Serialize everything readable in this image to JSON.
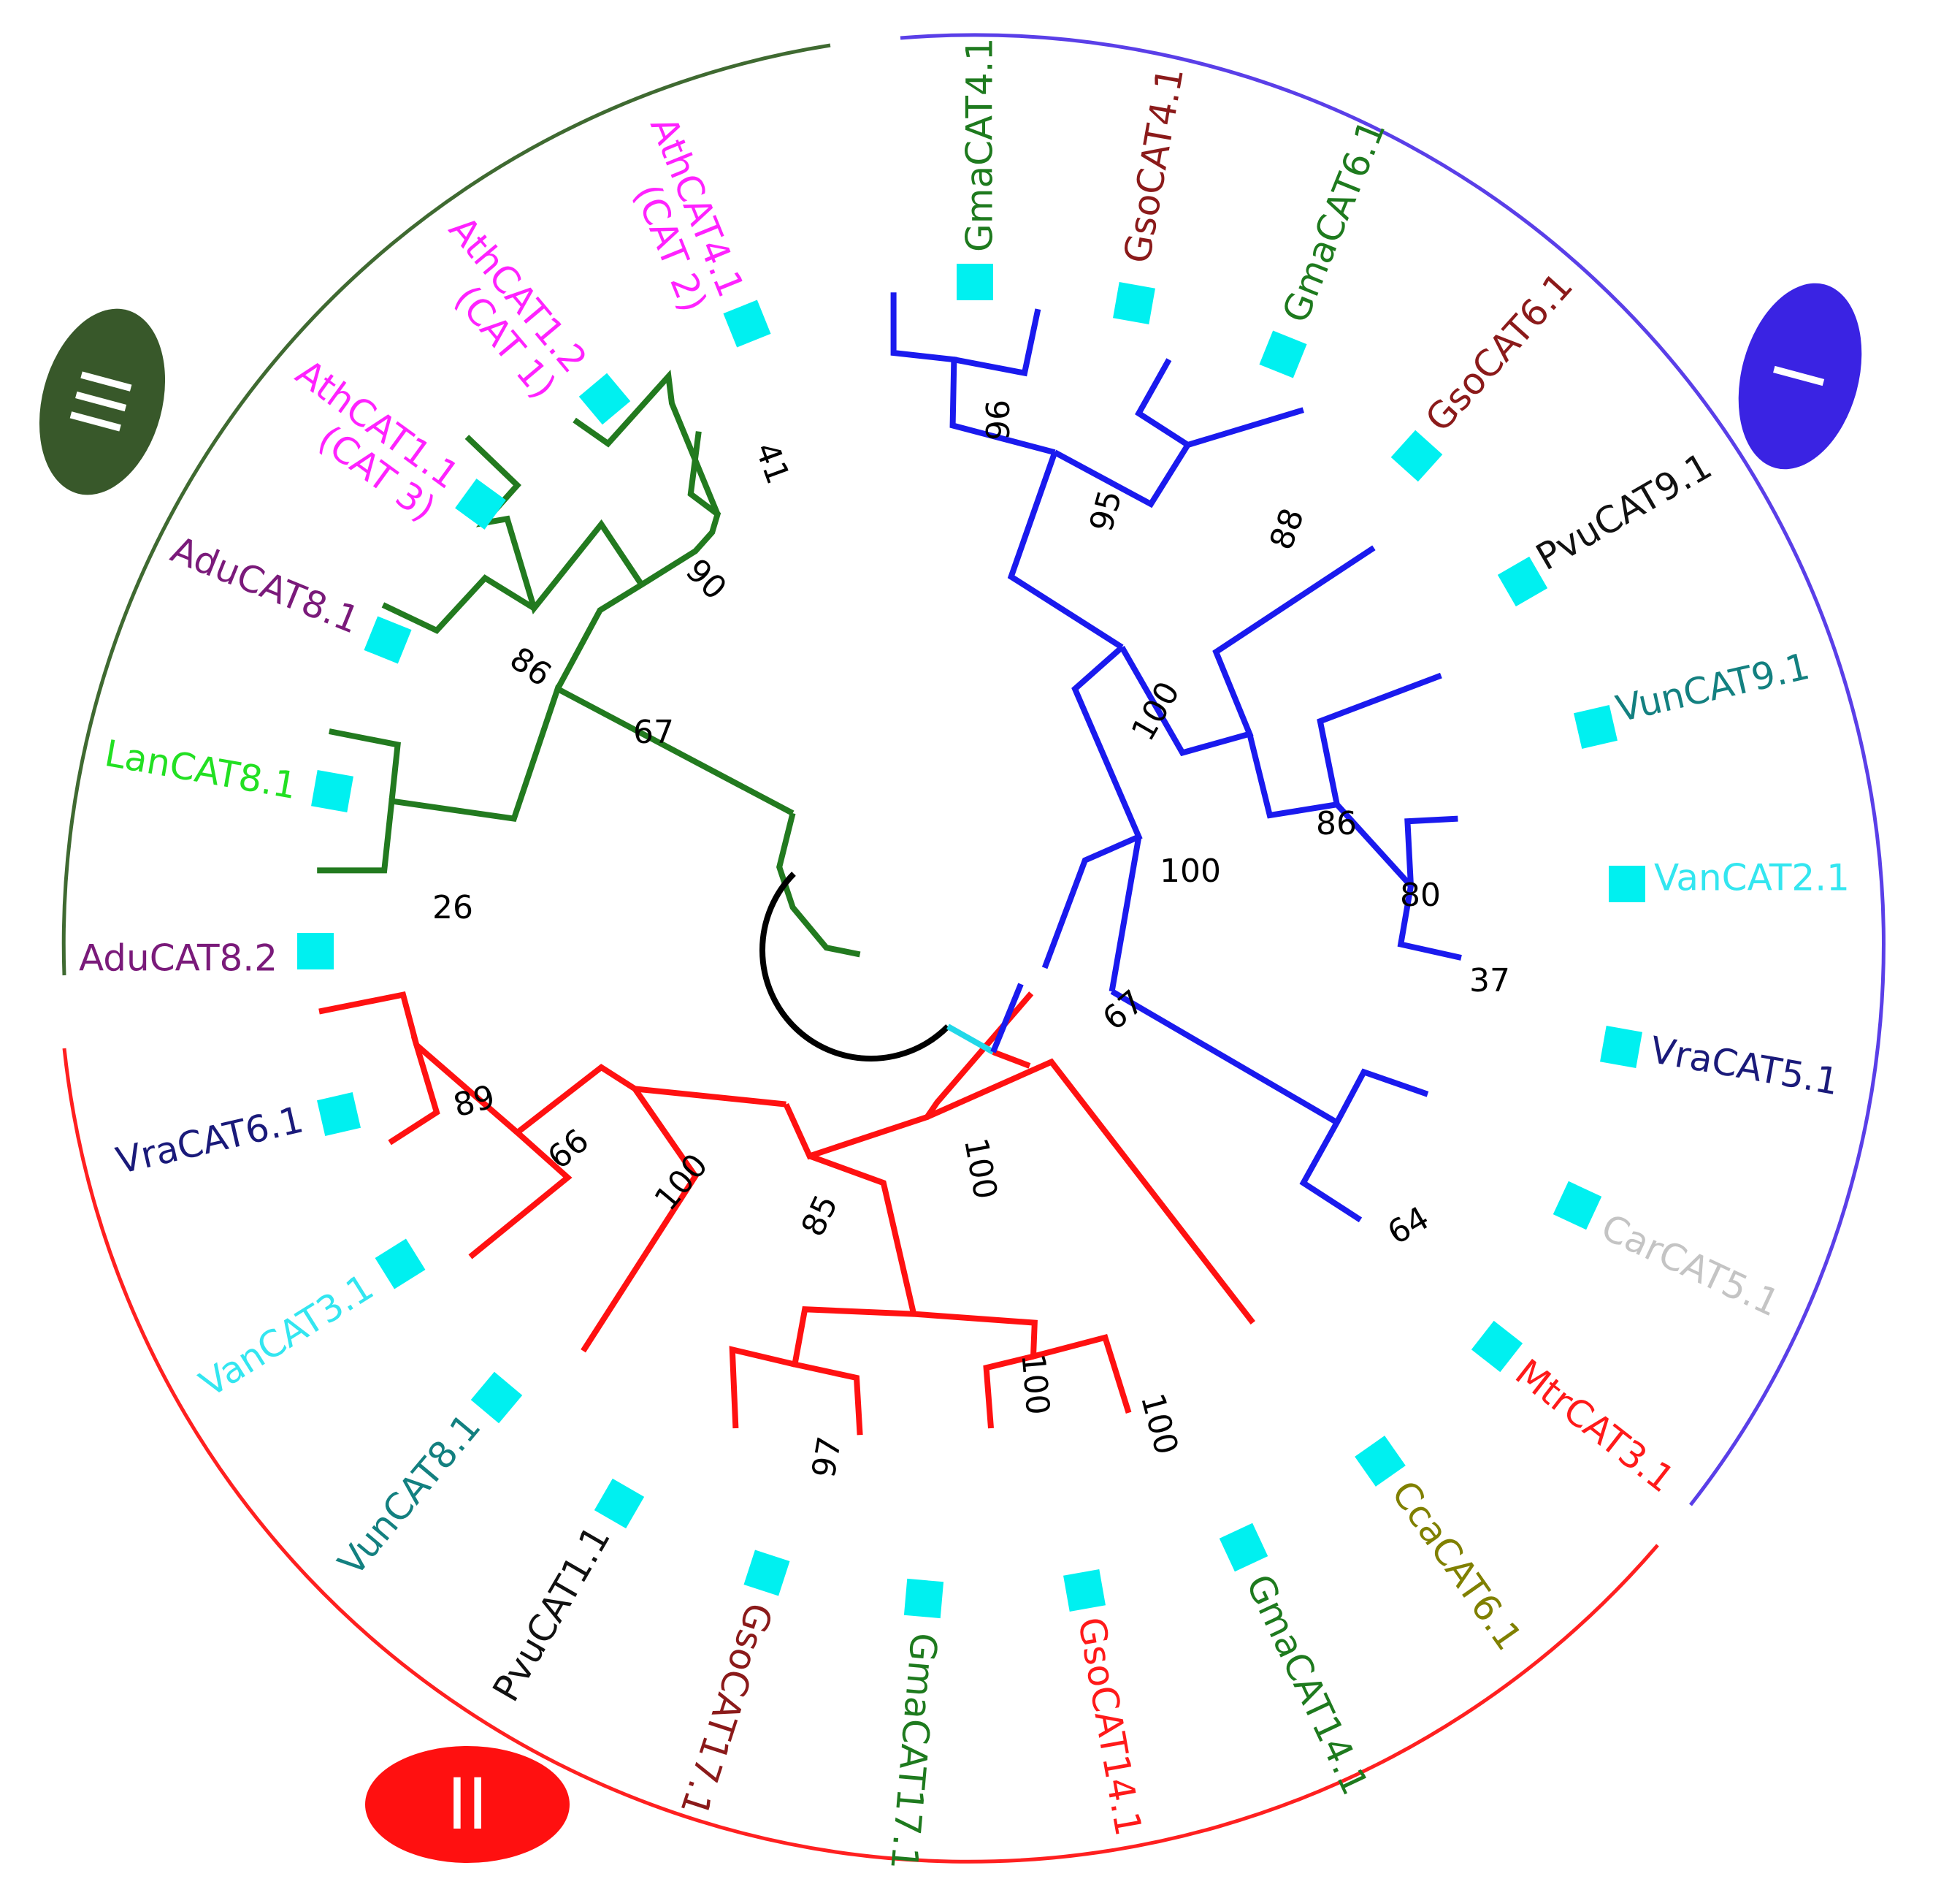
{
  "colors": {
    "clade_I": "#1a1aee",
    "clade_II": "#ff1111",
    "clade_III": "#227a1f",
    "arc_I": "#5a3fe8",
    "arc_II": "#ff2020",
    "arc_III": "#3f6a31",
    "badge_I": "#3a23e3",
    "badge_II": "#ff1010",
    "badge_III": "#38582a",
    "root": "#000000",
    "root_cyan": "#22d8e8",
    "leaf_marker": "#00f0f0"
  },
  "clades": [
    {
      "id": "I",
      "label": "I"
    },
    {
      "id": "II",
      "label": "II"
    },
    {
      "id": "III",
      "label": "III"
    }
  ],
  "leaves": {
    "GmaCAT4_1": {
      "label": "GmaCAT4.1",
      "color": "#1e7a1e"
    },
    "GsoCAT4_1": {
      "label": "GsoCAT4.1",
      "color": "#8b1a1a"
    },
    "GmaCAT6_1": {
      "label": "GmaCAT6.1",
      "color": "#1e7a1e"
    },
    "GsoCAT6_1": {
      "label": "GsoCAT6.1",
      "color": "#8b1a1a"
    },
    "PvuCAT9_1": {
      "label": "PvuCAT9.1",
      "color": "#111111"
    },
    "VunCAT9_1": {
      "label": "VunCAT9.1",
      "color": "#138080"
    },
    "VanCAT2_1": {
      "label": "VanCAT2.1",
      "color": "#33e6f0"
    },
    "VraCAT5_1": {
      "label": "VraCAT5.1",
      "color": "#1a1a7a"
    },
    "CarCAT5_1": {
      "label": "CarCAT5.1",
      "color": "#c4c4c4"
    },
    "MtrCAT3_1": {
      "label": "MtrCAT3.1",
      "color": "#ff1a1a"
    },
    "CcaCAT6_1": {
      "label": "CcaCAT6.1",
      "color": "#808000"
    },
    "GmaCAT14_1": {
      "label": "GmaCAT14.1",
      "color": "#1e7a1e"
    },
    "GsoCAT14_1": {
      "label": "GsoCAT14.1",
      "color": "#ff1a1a"
    },
    "GmaCAT17_1": {
      "label": "GmaCAT17.1",
      "color": "#1e7a1e"
    },
    "GsoCAT17_1": {
      "label": "GsoCAT17.1",
      "color": "#8b1a1a"
    },
    "PvuCAT1_1": {
      "label": "PvuCAT1.1",
      "color": "#111111"
    },
    "VunCAT8_1": {
      "label": "VunCAT8.1",
      "color": "#138080"
    },
    "VanCAT3_1": {
      "label": "VanCAT3.1",
      "color": "#33e6f0"
    },
    "VraCAT6_1": {
      "label": "VraCAT6.1",
      "color": "#1a1a7a"
    },
    "AduCAT8_2": {
      "label": "AduCAT8.2",
      "color": "#7a1a7a"
    },
    "LanCAT8_1": {
      "label": "LanCAT8.1",
      "color": "#22e022"
    },
    "AduCAT8_1": {
      "label": "AduCAT8.1",
      "color": "#7a1a7a"
    },
    "AthCAT1_1": {
      "label": "AthCAT1.1",
      "sublabel": "(CAT 3)",
      "color": "#ff22ff"
    },
    "AthCAT1_2": {
      "label": "AthCAT1.2",
      "sublabel": "(CAT 1)",
      "color": "#ff22ff"
    },
    "AthCAT4_1": {
      "label": "AthCAT4.1",
      "sublabel": "(CAT 2)",
      "color": "#ff22ff"
    }
  },
  "bootstrap": {
    "gma_gso_cat4": "96",
    "gma_gso_cat6": "88",
    "cat4_cat6": "95",
    "pvu9_group": "86",
    "vun9_group": "80",
    "van2_vra5": "37",
    "clade_I_upper": "100",
    "clade_I_all": "100",
    "car5_mtr3": "64",
    "clade_I_II": "67",
    "clade_II_all": "100",
    "clade_II_left": "85",
    "gma_gso_cat14": "100",
    "gma_gso_cat17": "97",
    "cat14_cat17": "100",
    "pvu1_group": "100",
    "vun8_group": "66",
    "vra6_van3": "89",
    "adu82_lan": "26",
    "clade_III_all": "67",
    "ath_adu81": "90",
    "ath11_adu81": "86",
    "ath12_ath41": "41"
  }
}
